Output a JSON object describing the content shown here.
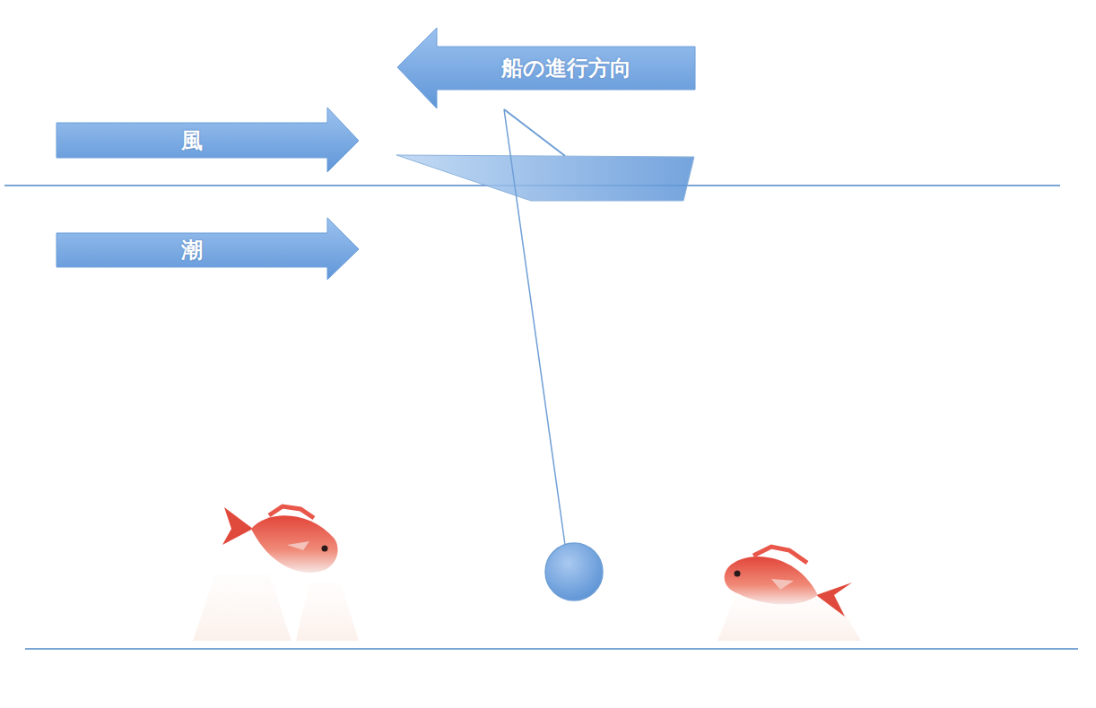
{
  "diagram": {
    "nodes": [
      {
        "text": [
          "船の進行方向"
        ]
      },
      {
        "text": [
          "風"
        ]
      },
      {
        "text": [
          "潮"
        ]
      }
    ]
  }
}
